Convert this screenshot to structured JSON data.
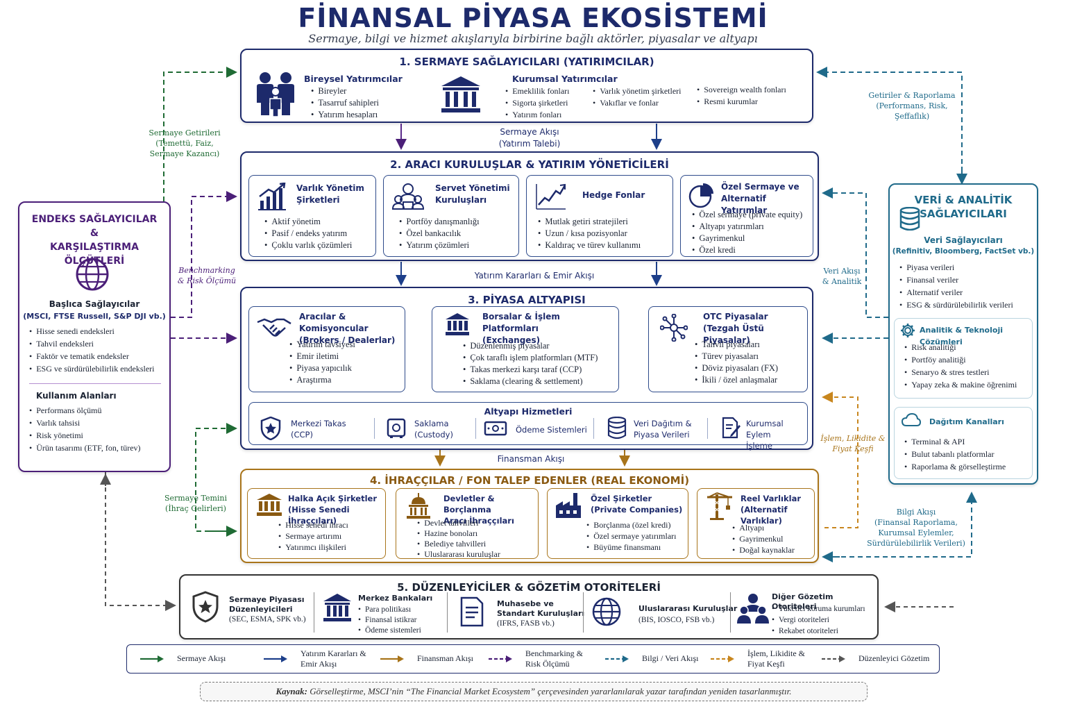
{
  "header": {
    "title": "FİNANSAL PİYASA EKOSİSTEMİ",
    "subtitle": "Sermaye, bilgi ve hizmet akışlarıyla birbirine bağlı aktörler, piyasalar ve altyapı"
  },
  "colors": {
    "navy": "#1d2a6b",
    "blue": "#2d4a8a",
    "green": "#1f6b34",
    "purple": "#4b1f78",
    "teal": "#1f6a8a",
    "gold": "#a8741a",
    "gray": "#555555"
  },
  "sec1": {
    "title": "1. SERMAYE SAĞLAYICILARI (YATIRIMCILAR)",
    "individual": {
      "title": "Bireysel Yatırımcılar",
      "items": [
        "Bireyler",
        "Tasarruf sahipleri",
        "Yatırım hesapları"
      ]
    },
    "institutional": {
      "title": "Kurumsal Yatırımcılar",
      "col1": [
        "Emeklilik fonları",
        "Sigorta şirketleri",
        "Yatırım fonları"
      ],
      "col2": [
        "Varlık yönetim şirketleri",
        "Vakıflar ve fonlar"
      ],
      "col3": [
        "Sovereign wealth fonları",
        "Resmi kurumlar"
      ]
    }
  },
  "flow1": {
    "line1": "Sermaye Akışı",
    "line2": "(Yatırım Talebi)"
  },
  "sec2": {
    "title": "2. ARACI KURULUŞLAR & YATIRIM YÖNETİCİLERİ",
    "cards": [
      {
        "title1": "Varlık Yönetim",
        "title2": "Şirketleri",
        "items": [
          "Aktif yönetim",
          "Pasif / endeks yatırım",
          "Çoklu varlık çözümleri"
        ]
      },
      {
        "title1": "Servet Yönetimi",
        "title2": "Kuruluşları",
        "items": [
          "Portföy danışmanlığı",
          "Özel bankacılık",
          "Yatırım çözümleri"
        ]
      },
      {
        "title1": "Hedge Fonlar",
        "title2": "",
        "items": [
          "Mutlak getiri stratejileri",
          "Uzun / kısa pozisyonlar",
          "Kaldıraç ve türev kullanımı"
        ]
      },
      {
        "title1": "Özel Sermaye ve",
        "title2": "Alternatif Yatırımlar",
        "items": [
          "Özel sermaye (private equity)",
          "Altyapı yatırımları",
          "Gayrimenkul",
          "Özel kredi"
        ]
      }
    ]
  },
  "flow2": {
    "label": "Yatırım Kararları & Emir Akışı"
  },
  "sec3": {
    "title": "3. PİYASA ALTYAPISI",
    "cards": [
      {
        "title1": "Aracılar & Komisyoncular",
        "title2": "(Brokers / Dealerlar)",
        "items": [
          "Yatırım tavsiyesi",
          "Emir iletimi",
          "Piyasa yapıcılık",
          "Araştırma"
        ]
      },
      {
        "title1": "Borsalar & İşlem Platformları",
        "title2": "(Exchanges)",
        "items": [
          "Düzenlenmiş piyasalar",
          "Çok taraflı işlem platformları (MTF)",
          "Takas merkezi karşı taraf (CCP)",
          "Saklama (clearing & settlement)"
        ]
      },
      {
        "title1": "OTC Piyasalar",
        "title2": "(Tezgah Üstü Piyasalar)",
        "items": [
          "Tahvil piyasaları",
          "Türev piyasaları",
          "Döviz piyasaları (FX)",
          "İkili / özel anlaşmalar"
        ]
      }
    ],
    "infra": {
      "title": "Altyapı Hizmetleri",
      "items": [
        {
          "line1": "Merkezi Takas",
          "line2": "(CCP)"
        },
        {
          "line1": "Saklama",
          "line2": "(Custody)"
        },
        {
          "line1": "Ödeme Sistemleri",
          "line2": ""
        },
        {
          "line1": "Veri Dağıtım &",
          "line2": "Piyasa Verileri"
        },
        {
          "line1": "Kurumsal Eylem",
          "line2": "İşleme"
        }
      ]
    }
  },
  "flow3": {
    "label": "Finansman Akışı"
  },
  "sec4": {
    "title": "4. İHRAÇÇILAR / FON TALEP EDENLER (REAL EKONOMİ)",
    "cards": [
      {
        "title1": "Halka Açık Şirketler",
        "title2": "(Hisse Senedi İhraççıları)",
        "items": [
          "Hisse senedi ihracı",
          "Sermaye artırımı",
          "Yatırımcı ilişkileri"
        ]
      },
      {
        "title1": "Devletler & Borçlanma",
        "title2": "Aracı İhraççıları",
        "items": [
          "Devlet tahvilleri",
          "Hazine bonoları",
          "Belediye tahvilleri",
          "Uluslararası kuruluşlar"
        ]
      },
      {
        "title1": "Özel Şirketler",
        "title2": "(Private Companies)",
        "items": [
          "Borçlanma (özel kredi)",
          "Özel sermaye yatırımları",
          "Büyüme finansmanı"
        ]
      },
      {
        "title1": "Reel Varlıklar",
        "title2": "(Alternatif Varlıklar)",
        "items": [
          "Altyapı",
          "Gayrimenkul",
          "Doğal kaynaklar"
        ]
      }
    ]
  },
  "sec5": {
    "title": "5. DÜZENLEYİCİLER & GÖZETİM OTORİTELERİ",
    "items": [
      {
        "title1": "Sermaye Piyasası",
        "title2": "Düzenleyicileri",
        "sub": "(SEC, ESMA, SPK vb.)",
        "bullets": []
      },
      {
        "title1": "Merkez Bankaları",
        "title2": "",
        "sub": "",
        "bullets": [
          "Para politikası",
          "Finansal istikrar",
          "Ödeme sistemleri"
        ]
      },
      {
        "title1": "Muhasebe ve",
        "title2": "Standart Kuruluşları",
        "sub": "(IFRS, FASB vb.)",
        "bullets": []
      },
      {
        "title1": "Uluslararası Kuruluşlar",
        "title2": "",
        "sub": "(BIS, IOSCO, FSB vb.)",
        "bullets": []
      },
      {
        "title1": "Diğer Gözetim Otoriteleri",
        "title2": "",
        "sub": "",
        "bullets": [
          "Tüketici koruma kurumları",
          "Vergi otoriteleri",
          "Rekabet otoriteleri"
        ]
      }
    ]
  },
  "left_panel": {
    "title1": "ENDEKS SAĞLAYICILAR",
    "title2": "&",
    "title3": "KARŞILAŞTIRMA ÖLÇÜTLERİ",
    "providers_title": "Başlıca Sağlayıcılar",
    "providers_sub": "(MSCI, FTSE Russell, S&P DJI vb.)",
    "providers": [
      "Hisse senedi endeksleri",
      "Tahvil endeksleri",
      "Faktör ve tematik endeksler",
      "ESG ve sürdürülebilirlik endeksleri"
    ],
    "uses_title": "Kullanım Alanları",
    "uses": [
      "Performans ölçümü",
      "Varlık tahsisi",
      "Risk yönetimi",
      "Ürün tasarımı (ETF, fon, türev)"
    ]
  },
  "right_panel": {
    "title1": "VERİ & ANALİTİK",
    "title2": "SAĞLAYICILARI",
    "data_title": "Veri Sağlayıcıları",
    "data_sub": "(Refinitiv, Bloomberg, FactSet vb.)",
    "data_items": [
      "Piyasa verileri",
      "Finansal veriler",
      "Alternatif veriler",
      "ESG & sürdürülebilirlik verileri"
    ],
    "analytics_title": "Analitik & Teknoloji Çözümleri",
    "analytics_items": [
      "Risk analitiği",
      "Portföy analitiği",
      "Senaryo & stres testleri",
      "Yapay zeka & makine öğrenimi"
    ],
    "channels_title": "Dağıtım Kanalları",
    "channels_items": [
      "Terminal & API",
      "Bulut tabanlı platformlar",
      "Raporlama & görselleştirme"
    ]
  },
  "side_labels": {
    "capital_returns": [
      "Sermaye Getirileri",
      "(Temettü, Faiz,",
      "Sermaye Kazancı)"
    ],
    "benchmarking": [
      "Benchmarking",
      "& Risk Ölçümü"
    ],
    "capital_provision": [
      "Sermaye Temini",
      "(İhraç Gelirleri)"
    ],
    "returns_reporting": [
      "Getiriler & Raporlama",
      "(Performans, Risk,",
      "Şeffaflık)"
    ],
    "data_flow": [
      "Veri Akışı",
      "& Analitik"
    ],
    "trade_liquidity": [
      "İşlem, Likidite &",
      "Fiyat Keşfi"
    ],
    "info_flow": [
      "Bilgi Akışı",
      "(Finansal Raporlama,",
      "Kurumsal Eylemler,",
      "Sürdürülebilirlik Verileri)"
    ]
  },
  "legend": [
    {
      "line1": "Sermaye Akışı",
      "line2": "",
      "color": "#1f6b34",
      "dashed": false
    },
    {
      "line1": "Yatırım Kararları &",
      "line2": "Emir Akışı",
      "color": "#1d3f8a",
      "dashed": false
    },
    {
      "line1": "Finansman Akışı",
      "line2": "",
      "color": "#a8741a",
      "dashed": false
    },
    {
      "line1": "Benchmarking &",
      "line2": "Risk Ölçümü",
      "color": "#4b1f78",
      "dashed": true
    },
    {
      "line1": "Bilgi / Veri Akışı",
      "line2": "",
      "color": "#1f6a8a",
      "dashed": true
    },
    {
      "line1": "İşlem, Likidite &",
      "line2": "Fiyat Keşfi",
      "color": "#c8861e",
      "dashed": true
    },
    {
      "line1": "Düzenleyici Gözetim",
      "line2": "",
      "color": "#555555",
      "dashed": true
    }
  ],
  "source": {
    "label": "Kaynak:",
    "text": "Görselleştirme, MSCI’nin “The Financial Market Ecosystem” çerçevesinden yararlanılarak yazar tarafından yeniden tasarlanmıştır."
  }
}
